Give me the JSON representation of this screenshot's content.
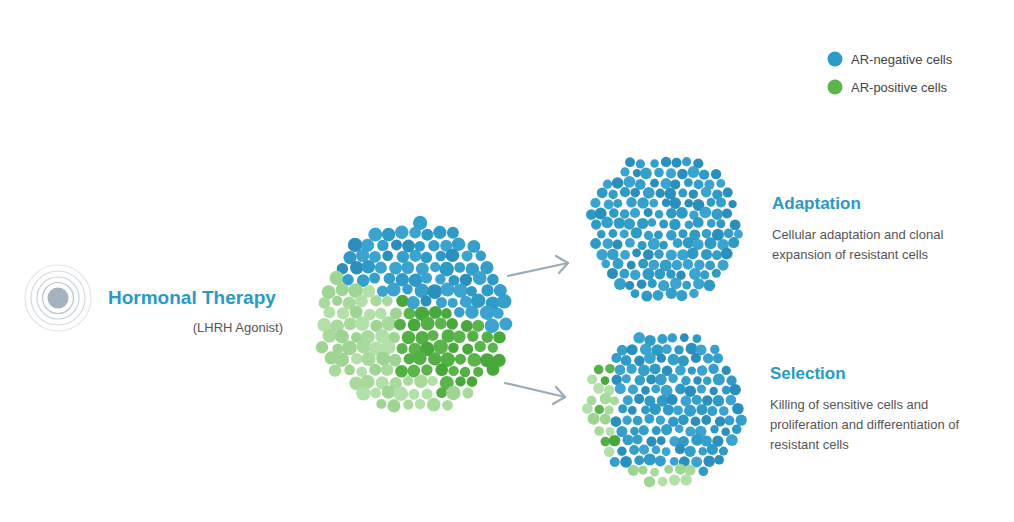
{
  "diagram": {
    "nodes": [
      {
        "text": [
          "Hormonal Therapy",
          "(LHRH Agonist)"
        ]
      },
      {
        "text": [
          "Adaptation",
          "Cellular adaptation and clonal expansion of resistant cells"
        ]
      },
      {
        "text": [
          "Selection",
          "Killing of sensitive cells and proliferation and differentiation of resistant cells"
        ]
      }
    ],
    "legend": [
      {
        "text": "AR-negative cells",
        "color": "#2e9ac6"
      },
      {
        "text": "AR-positive cells",
        "color": "#5cb54c"
      }
    ]
  }
}
